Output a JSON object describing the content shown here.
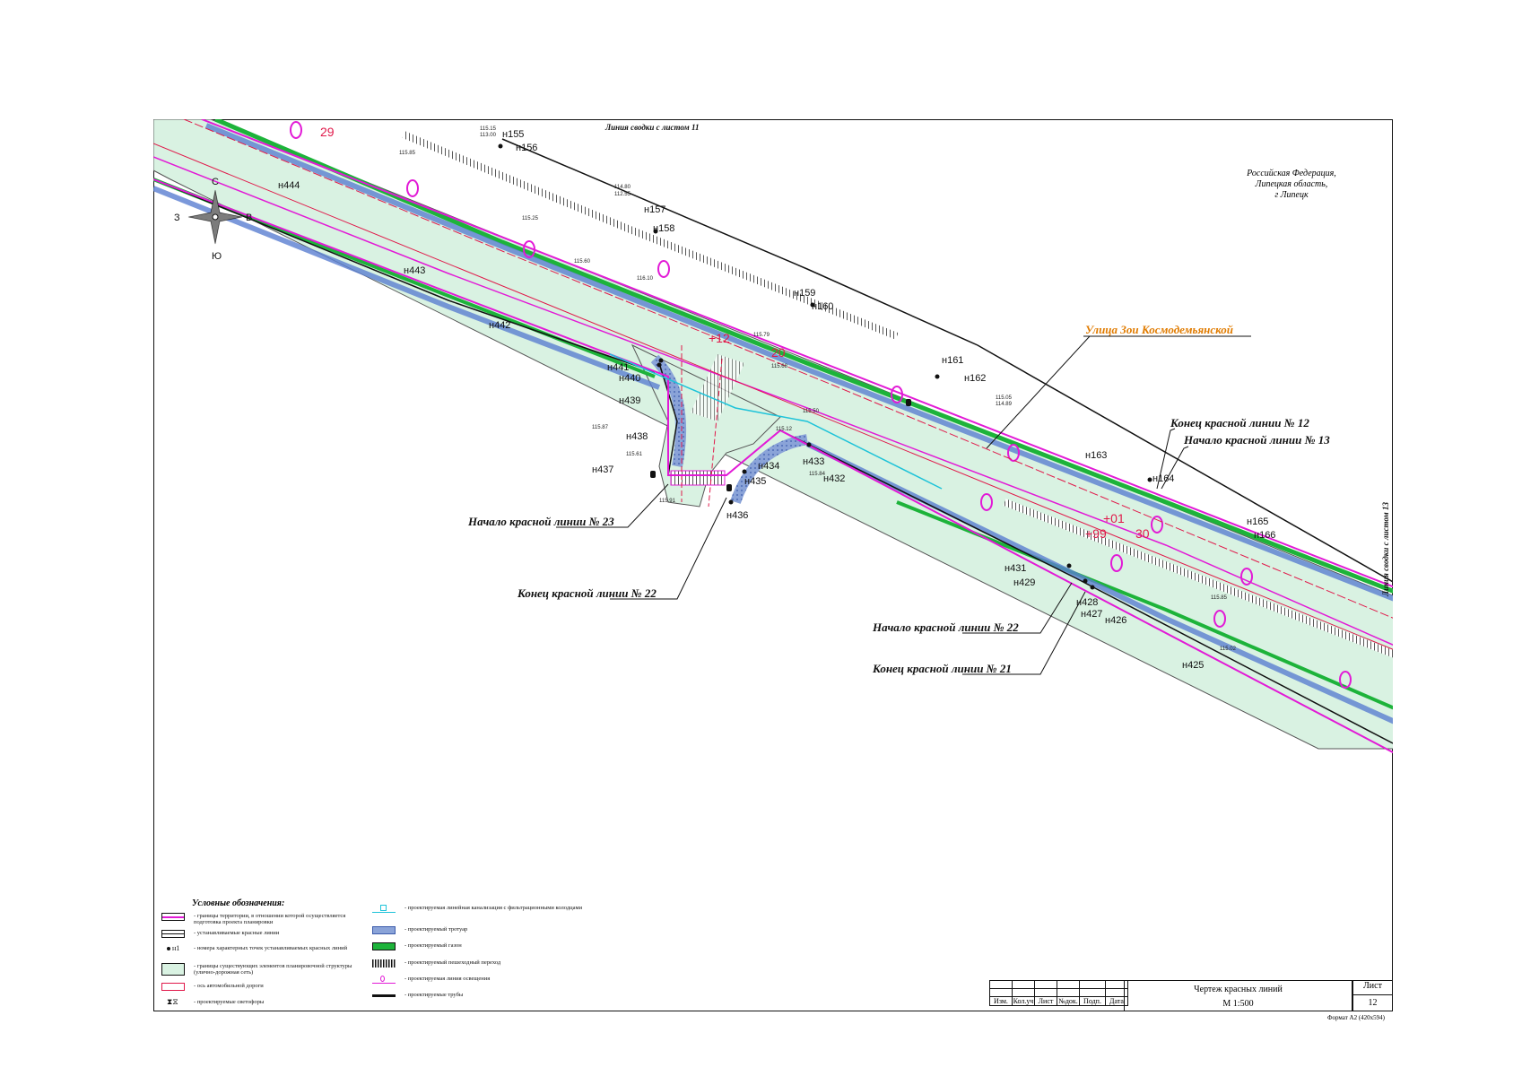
{
  "sheet": {
    "top_edge_label": "Линия сводки с листом 11",
    "right_edge_label": "Линия сводки с листом 13",
    "location": [
      "Российская Федерация,",
      "Липецкая область,",
      "г Липецк"
    ],
    "street_name": "Улица Зои Космодемьянской",
    "format": "Формат А2 (420х594)"
  },
  "compass": {
    "n": "С",
    "s": "Ю",
    "w": "З",
    "e": "В"
  },
  "callouts": {
    "end_12": "Конец красной линии № 12",
    "start_13": "Начало красной линии № 13",
    "start_23": "Начало красной линии № 23",
    "end_22": "Конец красной линии № 22",
    "start_22": "Начало красной линии № 22",
    "end_21": "Конец красной линии № 21"
  },
  "points": [
    "н155",
    "н156",
    "н157",
    "н158",
    "н159",
    "н160",
    "н161",
    "н162",
    "н163",
    "н164",
    "н165",
    "н166",
    "н444",
    "н443",
    "н442",
    "н441",
    "н440",
    "н439",
    "н438",
    "н437",
    "н436",
    "н435",
    "н434",
    "н433",
    "н432",
    "н431",
    "н429",
    "н428",
    "н427",
    "н426",
    "н425"
  ],
  "elevations": [
    "115.15",
    "113.00",
    "115.85",
    "114.80",
    "112.55",
    "115.25",
    "115.60",
    "115.61",
    "115.87",
    "115.91",
    "115.84",
    "115.68",
    "115.12",
    "115.50",
    "115.05",
    "114.89",
    "116.10",
    "115.85",
    "115.79",
    "115.02"
  ],
  "section_marks": [
    "29",
    "+12",
    "20",
    "+99",
    "+01",
    "30"
  ],
  "legend": {
    "title": "Условные обозначения:",
    "left": [
      "- границы территории, в отношении которой осуществляется подготовка проекта планировки",
      "- устанавливаемые красные линии",
      "- номера характерных точек устанавливаемых красных линий",
      "- границы существующих элементов планировочной структуры (улично-дорожная сеть)",
      "- ось автомобильной дороги",
      "- проектируемые светофоры"
    ],
    "left_point_sample": "н1",
    "right": [
      "- проектируемая линейная канализация с фильтрационными колодцами",
      "- проектируемый тротуар",
      "- проектируемый газон",
      "- проектируемый пешеходный переход",
      "- проектируемая линия освещения",
      "- проектируемые трубы"
    ]
  },
  "stamp": {
    "headers": [
      "Изм.",
      "Кол.уч",
      "Лист",
      "№док.",
      "Подп.",
      "Дата"
    ],
    "title": "Чертеж красных линий",
    "scale": "М 1:500",
    "sheet_label": "Лист",
    "sheet_number": "12"
  },
  "colors": {
    "road_fill": "#d9f2e2",
    "red_line": "#e0194a",
    "sidewalk": "#5a7ed1",
    "lawn": "#1db33a",
    "lighting": "#e21ad6",
    "callout_orange": "#e07b00"
  }
}
